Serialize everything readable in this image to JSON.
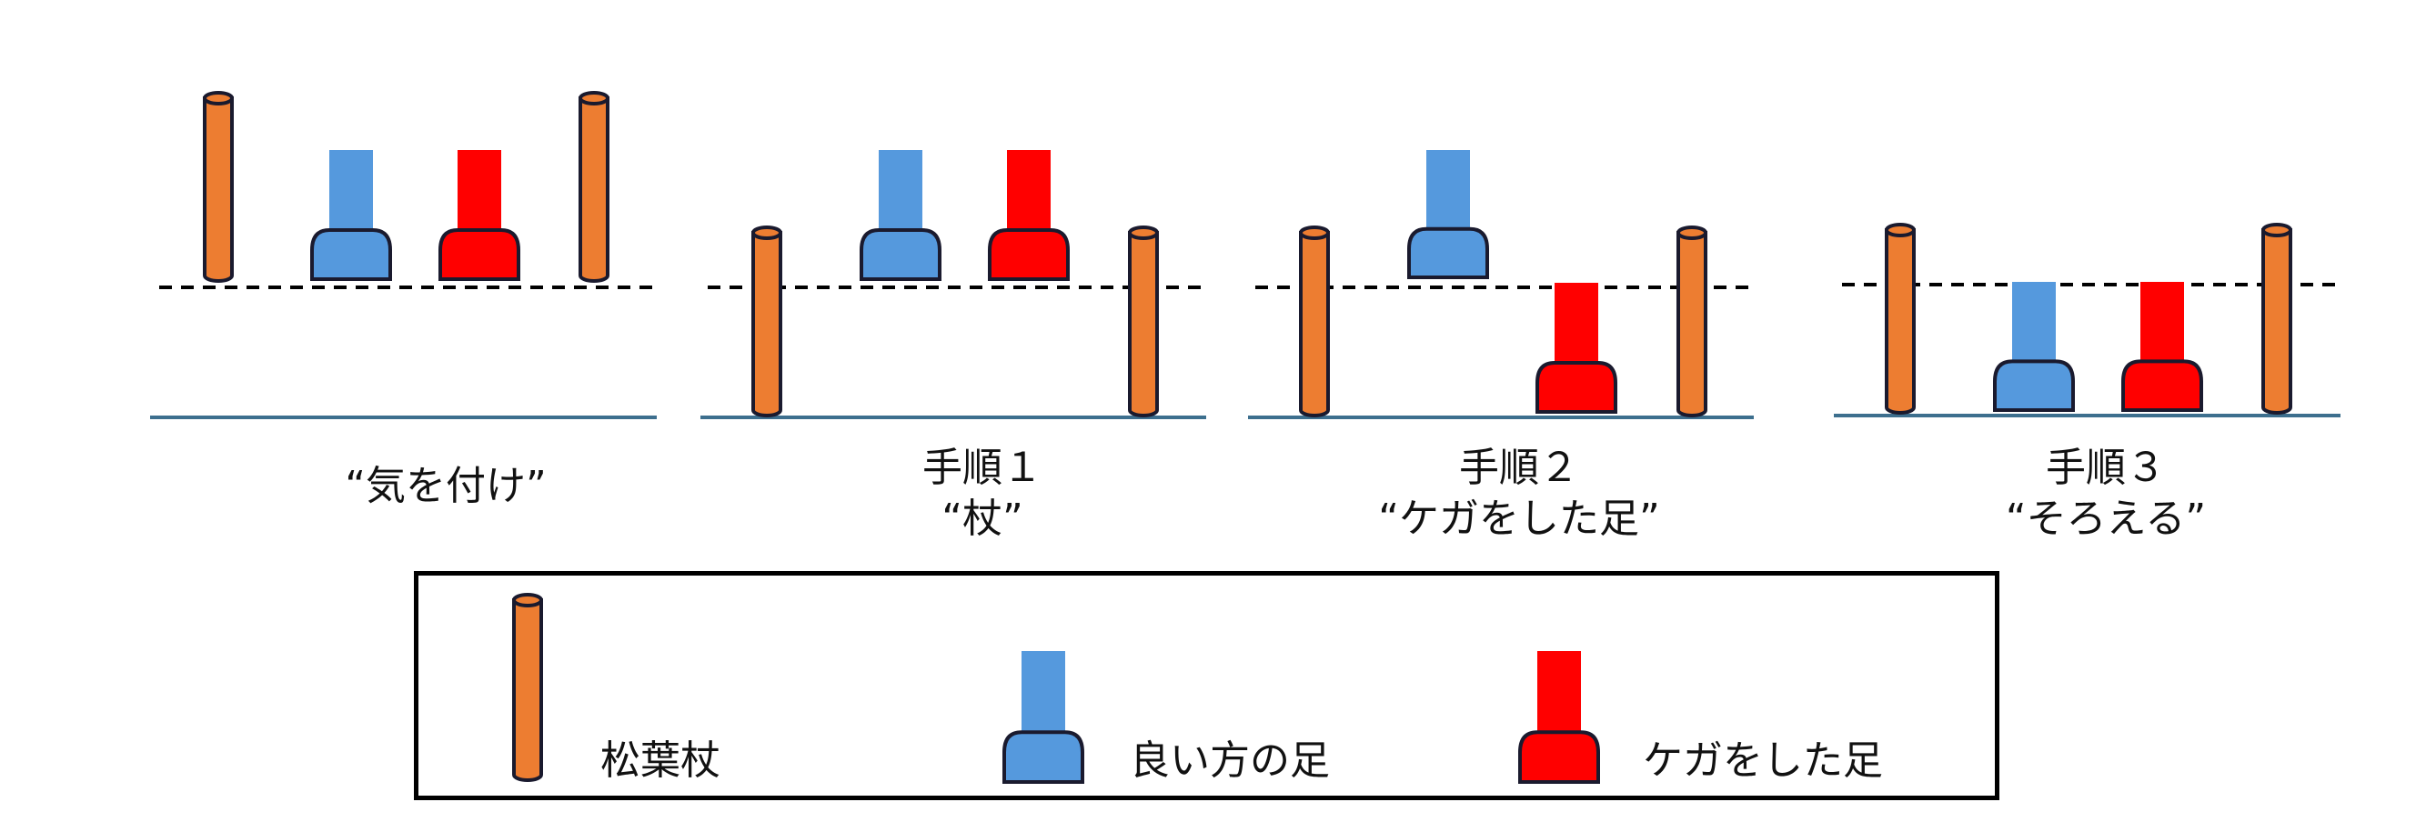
{
  "steps": [
    {
      "title": "",
      "subtitle": "“気を付け”",
      "phase": "attention"
    },
    {
      "title": "手順１",
      "subtitle": "“杖”",
      "phase": "crutches"
    },
    {
      "title": "手順２",
      "subtitle": "“ケガをした足”",
      "phase": "injured"
    },
    {
      "title": "手順３",
      "subtitle": "“そろえる”",
      "phase": "together"
    }
  ],
  "legend": {
    "crutch": "松葉杖",
    "good_foot": "良い方の足",
    "injured_foot": "ケガをした足"
  },
  "colors": {
    "crutch": "#ED7D31",
    "good_foot": "#5599DD",
    "injured_foot": "#FF0000",
    "outline": "#1a1a2e",
    "ground": "#3D6F8E",
    "dashed": "#000000"
  }
}
